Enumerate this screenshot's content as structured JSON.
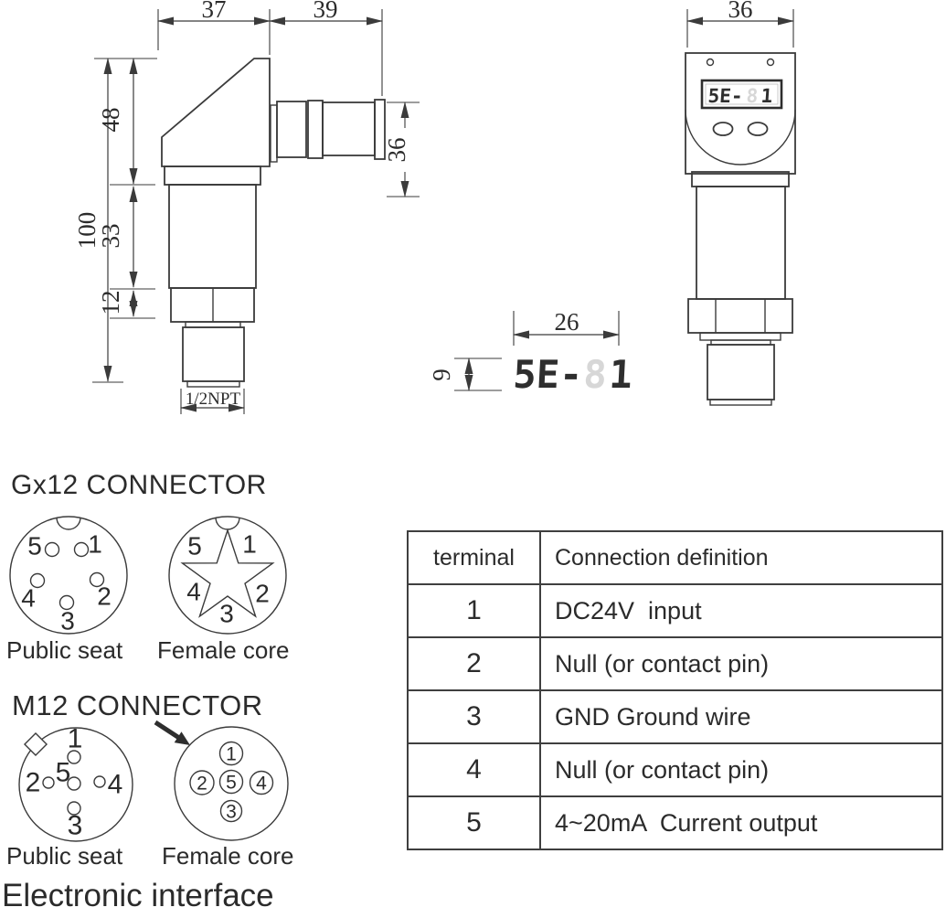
{
  "side_view": {
    "dims": {
      "width_left": "37",
      "width_right": "39",
      "height_head": "48",
      "height_total": "100",
      "height_body": "33",
      "height_hex": "12",
      "connector_height": "36",
      "thread": "1/2NPT"
    }
  },
  "front_view": {
    "dims": {
      "width": "36"
    },
    "display": {
      "head": "5E-",
      "tail": "1",
      "ghost": "8"
    }
  },
  "display_detail": {
    "dims": {
      "width": "26",
      "height": "9"
    },
    "display": {
      "head": "5E-",
      "tail": "1",
      "ghost": "8"
    }
  },
  "connectors": {
    "gx12": {
      "title": "Gx12 CONNECTOR",
      "public_seat": {
        "label": "Public seat",
        "pin_labels": [
          "5",
          "1",
          "4",
          "2",
          "3"
        ]
      },
      "female_core": {
        "label": "Female core",
        "pin_labels": [
          "5",
          "1",
          "4",
          "2",
          "3"
        ]
      }
    },
    "m12": {
      "title": "M12 CONNECTOR",
      "public_seat": {
        "label": "Public seat",
        "pin_labels": [
          "1",
          "5",
          "2",
          "4",
          "3"
        ]
      },
      "female_core": {
        "label": "Female core",
        "pin_labels": [
          "1",
          "2",
          "5",
          "4",
          "3"
        ]
      }
    }
  },
  "table": {
    "headers": [
      "terminal",
      "Connection definition"
    ],
    "rows": [
      {
        "terminal": "1",
        "definition": "DC24V  input"
      },
      {
        "terminal": "2",
        "definition": "Null (or contact pin)"
      },
      {
        "terminal": "3",
        "definition": "GND Ground wire"
      },
      {
        "terminal": "4",
        "definition": "Null (or contact pin)"
      },
      {
        "terminal": "5",
        "definition": "4~20mA  Current output"
      }
    ]
  },
  "footer_label": "Electronic interface"
}
